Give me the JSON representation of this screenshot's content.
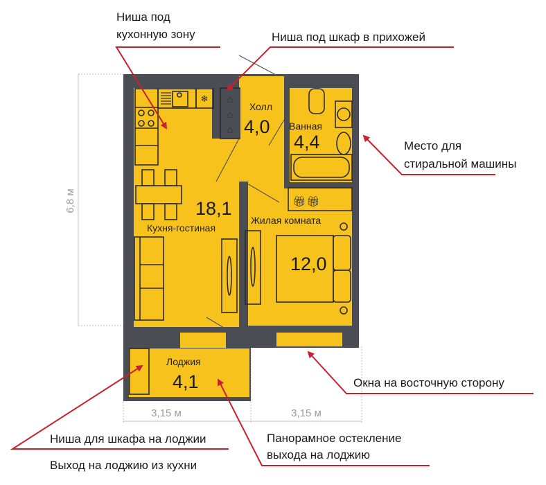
{
  "colors": {
    "room": "#f7c21b",
    "wall": "#4b4d55",
    "arrow": "#c8202e",
    "dimension": "#a0a0a0"
  },
  "rooms": {
    "kitchen_living": {
      "name": "Кухня-гостиная",
      "area": "18,1"
    },
    "hall": {
      "name": "Холл",
      "area": "4,0"
    },
    "bathroom": {
      "name": "Ванная",
      "area": "4,4"
    },
    "bedroom": {
      "name": "Жилая комната",
      "area": "12,0"
    },
    "loggia": {
      "name": "Лоджия",
      "area": "4,1"
    }
  },
  "dimensions": {
    "height": "6,8 м",
    "width_left": "3,15 м",
    "width_right": "3,15 м"
  },
  "annotations": {
    "kitchen_niche": [
      "Ниша под",
      "кухонную зону"
    ],
    "hall_wardrobe": "Ниша под шкаф в прихожей",
    "washing_machine": [
      "Место для",
      "стиральной машины"
    ],
    "east_windows": "Окна на восточную сторону",
    "loggia_wardrobe": "Ниша для шкафа на лоджии",
    "loggia_exit": "Выход на лоджию из кухни",
    "panoramic_glazing": [
      "Панорамное остекление",
      "выхода на лоджию"
    ]
  }
}
